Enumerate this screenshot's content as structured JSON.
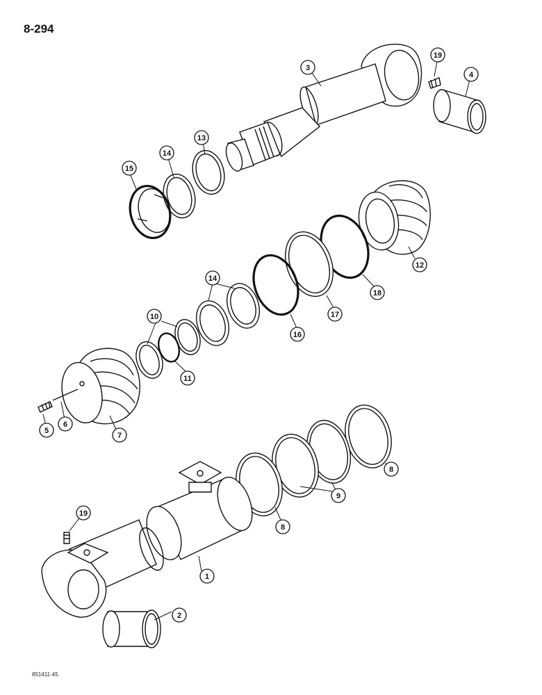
{
  "header": {
    "page_number": "8-294"
  },
  "footer": {
    "figure_code": "851411-45"
  },
  "callouts": [
    {
      "label": "1"
    },
    {
      "label": "2"
    },
    {
      "label": "3"
    },
    {
      "label": "4"
    },
    {
      "label": "5"
    },
    {
      "label": "6"
    },
    {
      "label": "7"
    },
    {
      "label": "8"
    },
    {
      "label": "8"
    },
    {
      "label": "9"
    },
    {
      "label": "10"
    },
    {
      "label": "11"
    },
    {
      "label": "12"
    },
    {
      "label": "13"
    },
    {
      "label": "14"
    },
    {
      "label": "14"
    },
    {
      "label": "15"
    },
    {
      "label": "16"
    },
    {
      "label": "17"
    },
    {
      "label": "18"
    },
    {
      "label": "19"
    },
    {
      "label": "19"
    }
  ]
}
